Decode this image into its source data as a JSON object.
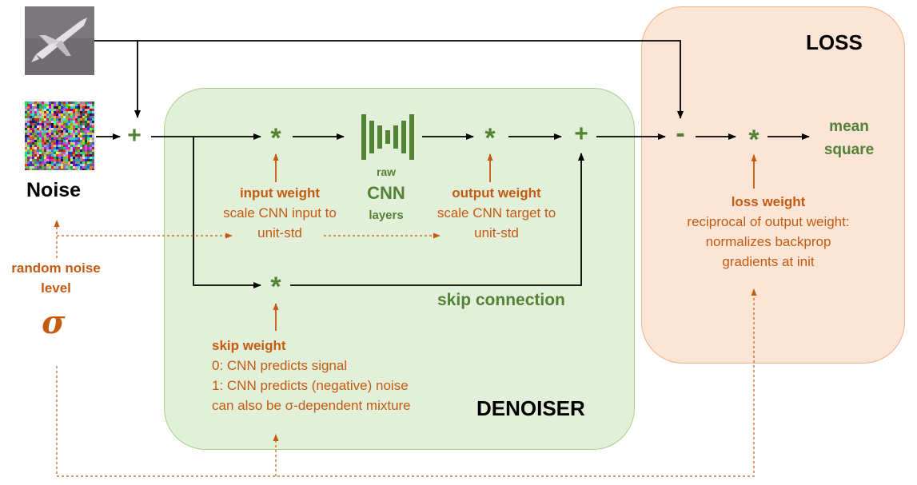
{
  "panels": {
    "denoiser_title": "DENOISER",
    "loss_title": "LOSS"
  },
  "inputs": {
    "image_name": "airplane-image",
    "noise_label": "Noise",
    "sigma_caption": "random noise level",
    "sigma_caption_line1": "random noise",
    "sigma_caption_line2": "level",
    "sigma_symbol": "σ"
  },
  "operators": {
    "plus": "+",
    "star": "*",
    "minus": "-"
  },
  "cnn": {
    "top": "raw",
    "middle": "CNN",
    "bottom": "layers"
  },
  "input_weight": {
    "title": "input weight",
    "line1": "scale CNN input to",
    "line2": "unit-std"
  },
  "output_weight": {
    "title": "output weight",
    "line1": "scale CNN target to",
    "line2": "unit-std"
  },
  "skip_connection_label": "skip connection",
  "skip_weight": {
    "title": "skip weight",
    "line1": "0: CNN predicts signal",
    "line2": "1: CNN predicts (negative) noise",
    "line3": "can also be σ-dependent  mixture"
  },
  "loss_weight": {
    "title": "loss weight",
    "line1": "reciprocal of output weight:",
    "line2": "normalizes backprop",
    "line3": "gradients at init"
  },
  "mean_square": {
    "line1": "mean",
    "line2": "square"
  },
  "colors": {
    "denoiser_fill": "#e2efd9",
    "loss_fill": "#fbe5d6",
    "operator_green": "#548235",
    "annotation_orange": "#c55a11"
  }
}
